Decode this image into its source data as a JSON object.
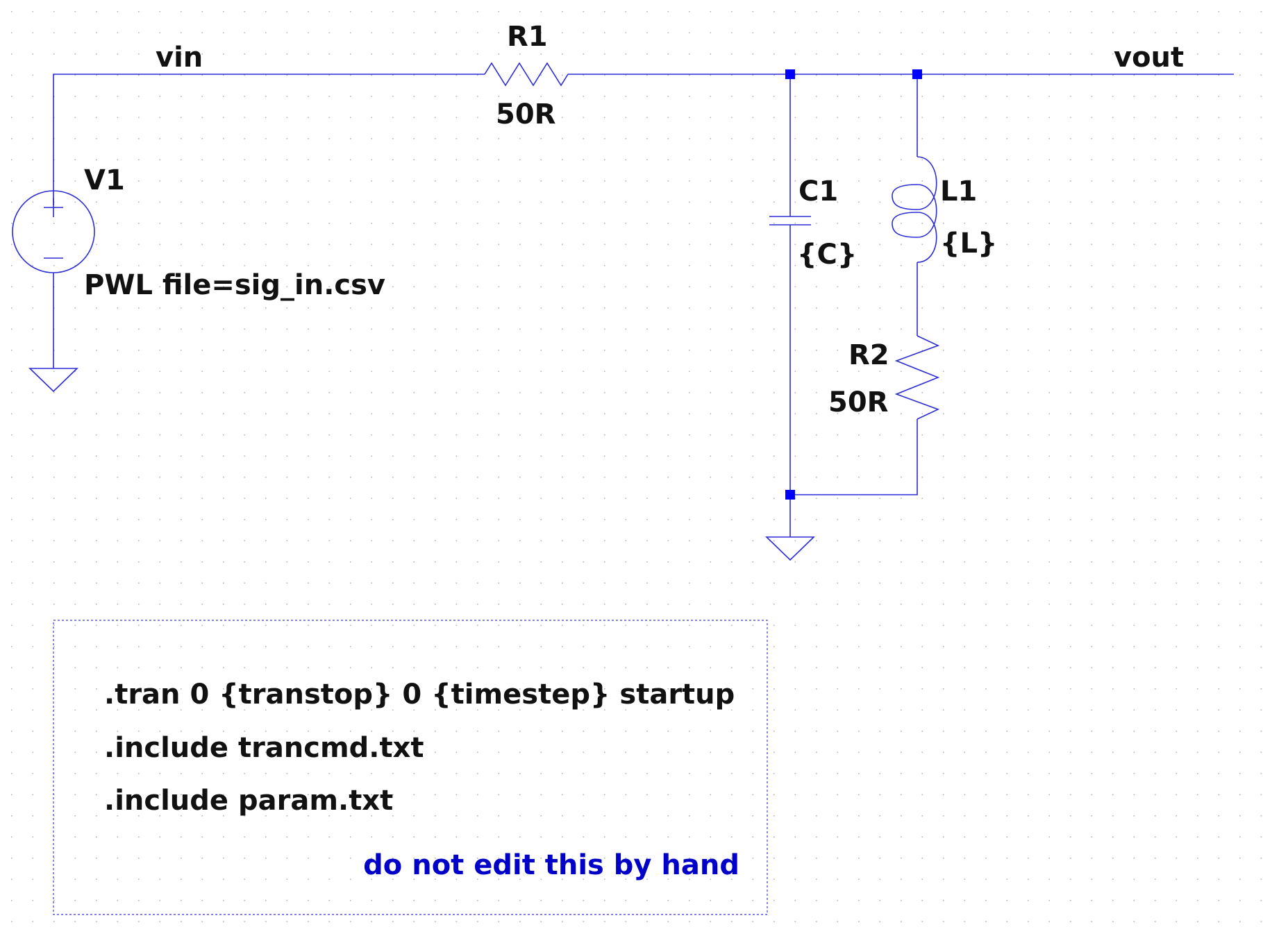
{
  "schematic": {
    "nets": {
      "vin": "vin",
      "vout": "vout"
    },
    "components": {
      "R1": {
        "name": "R1",
        "value": "50R"
      },
      "V1": {
        "name": "V1",
        "value": "PWL file=sig_in.csv"
      },
      "C1": {
        "name": "C1",
        "value": "{C}"
      },
      "L1": {
        "name": "L1",
        "value": "{L}"
      },
      "R2": {
        "name": "R2",
        "value": "50R"
      }
    },
    "directives": [
      ".tran 0 {transtop} 0 {timestep} startup",
      ".include trancmd.txt",
      ".include param.txt"
    ],
    "comment": "do not edit this by hand"
  },
  "colors": {
    "wire": "#2b2bd6",
    "junction": "#0000ff",
    "label": "#111111",
    "comment": "#0000c8",
    "grid_dot": "#b4b4b4",
    "box_border": "#5a5ad8"
  }
}
